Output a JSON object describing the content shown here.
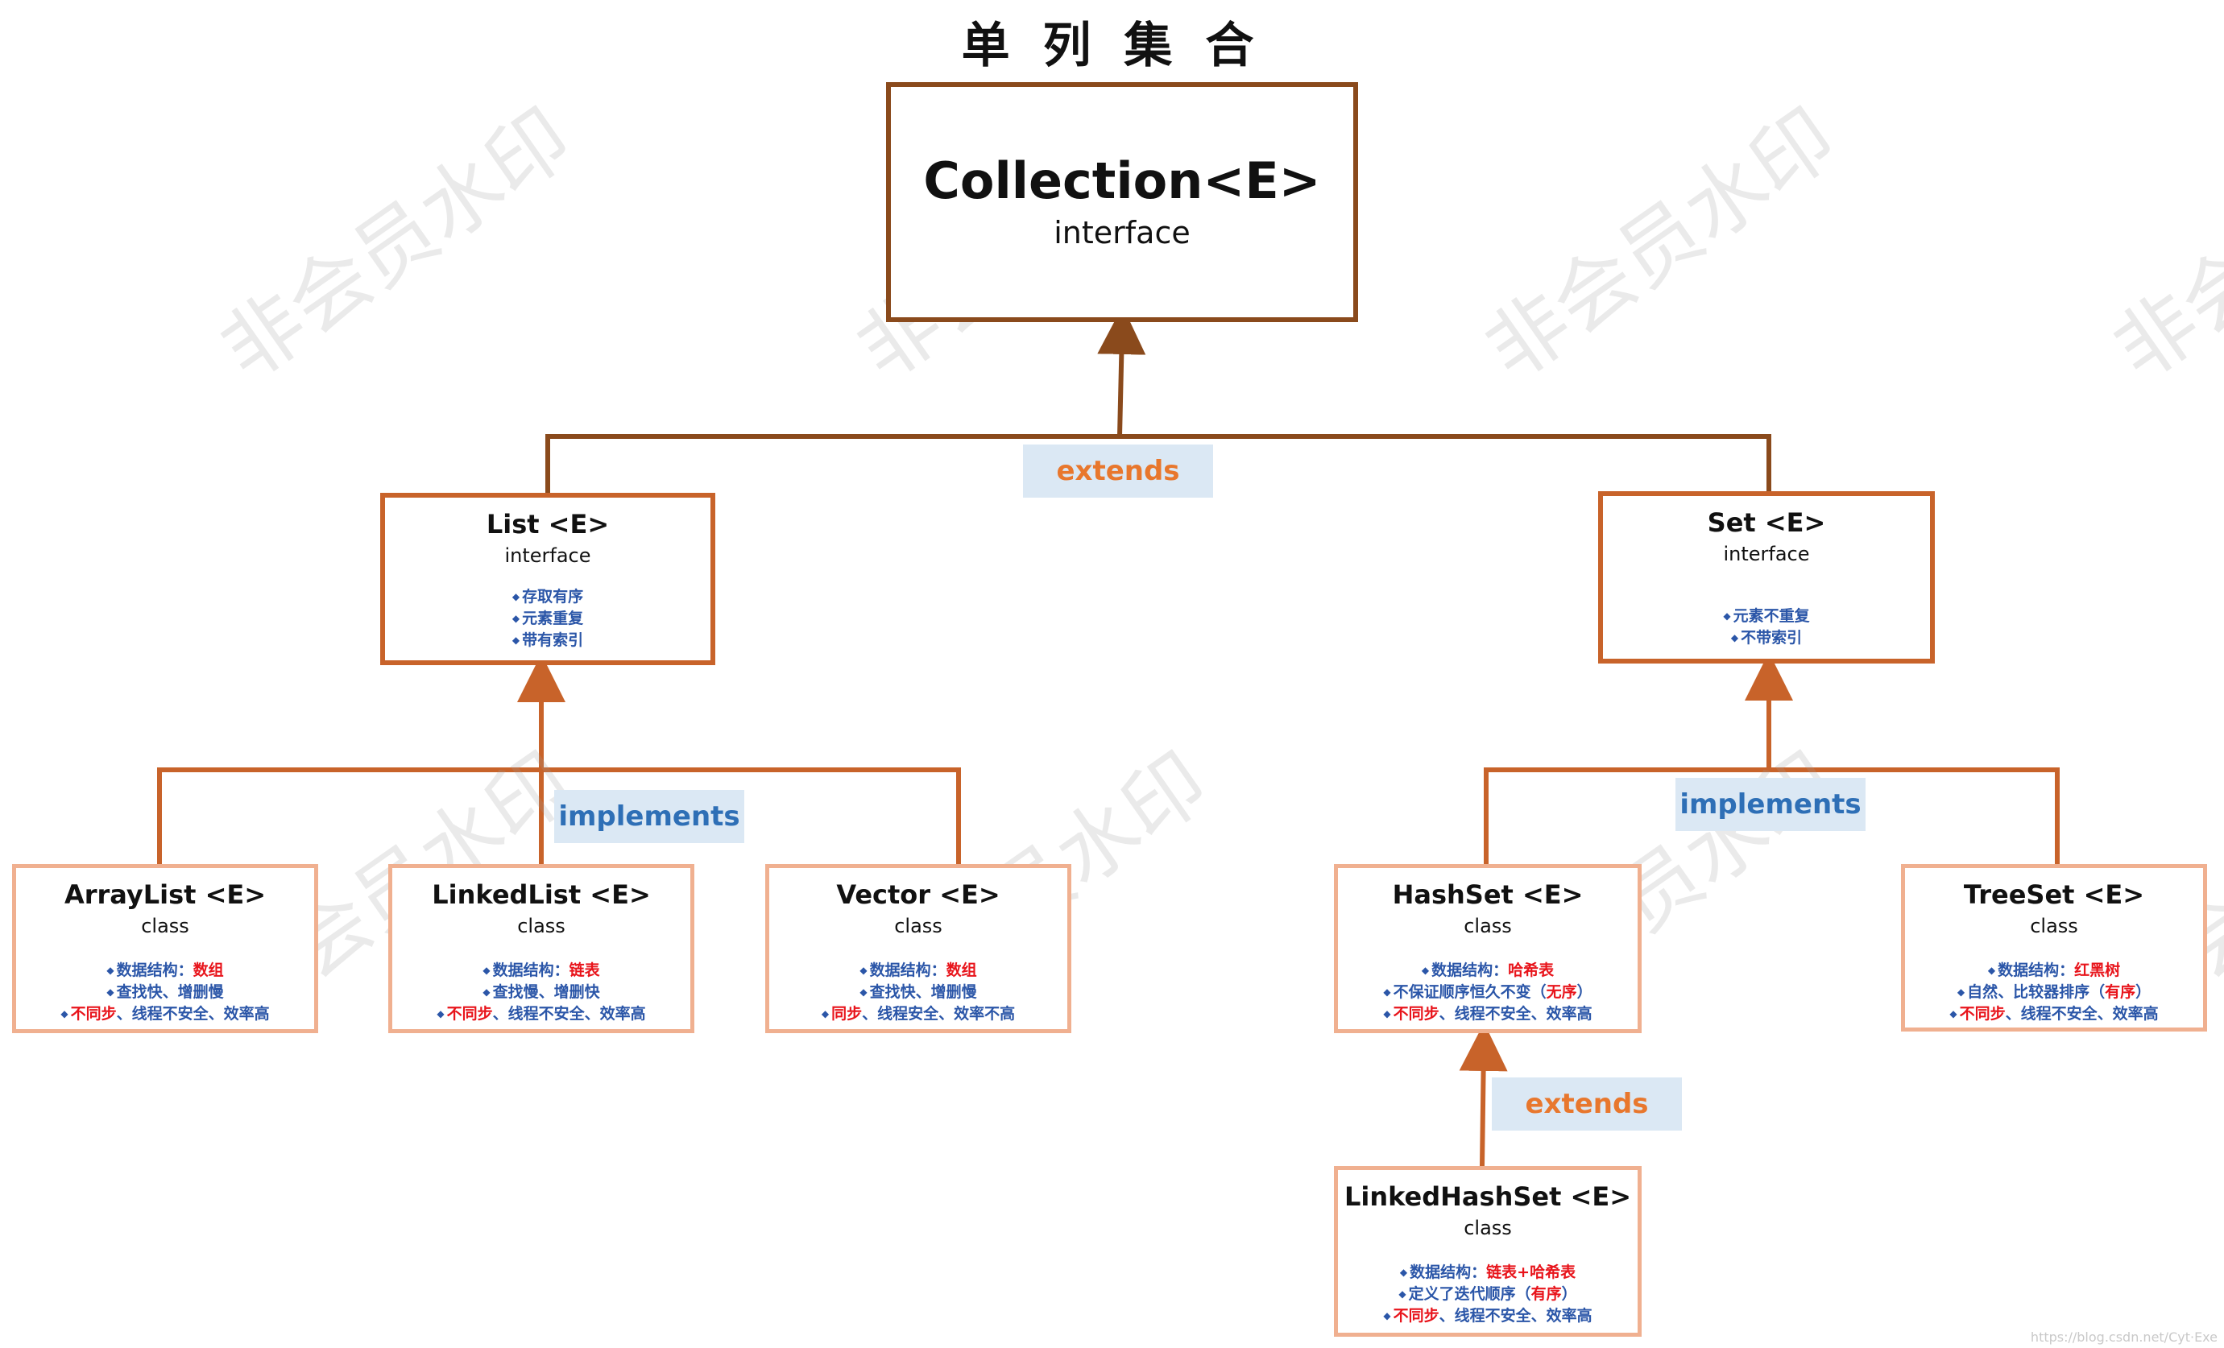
{
  "title": "单 列 集 合",
  "watermark": "非会员水印",
  "footer_watermark": "https://blog.csdn.net/Cyt·Exe",
  "colors": {
    "dark_line": "#8a4a1c",
    "mid_line": "#c8632a",
    "light_border": "#f0b090",
    "bullet_blue": "#2b56a8",
    "highlight_red": "#e8141b",
    "label_bg": "#dbe8f4",
    "label_orange": "#e8772d",
    "label_blue": "#2e6fb6"
  },
  "relations": [
    {
      "label": "extends"
    },
    {
      "label": "implements"
    },
    {
      "label": "implements"
    },
    {
      "label": "extends"
    }
  ],
  "nodes": {
    "collection": {
      "name": "Collection<E>",
      "kind": "interface"
    },
    "list": {
      "name": "List <E>",
      "kind": "interface",
      "bullets": [
        "存取有序",
        "元素重复",
        "带有索引"
      ]
    },
    "set": {
      "name": "Set <E>",
      "kind": "interface",
      "bullets": [
        "元素不重复",
        "不带索引"
      ]
    },
    "arraylist": {
      "name": "ArrayList <E>",
      "kind": "class",
      "b1_label": "数据结构：",
      "b1_value": "数组",
      "b2": "查找快、增删慢",
      "b3_red": "不同步",
      "b3_rest": "、线程不安全、效率高"
    },
    "linkedlist": {
      "name": "LinkedList <E>",
      "kind": "class",
      "b1_label": "数据结构：",
      "b1_value": "链表",
      "b2": "查找慢、增删快",
      "b3_red": "不同步",
      "b3_rest": "、线程不安全、效率高"
    },
    "vector": {
      "name": "Vector <E>",
      "kind": "class",
      "b1_label": "数据结构：",
      "b1_value": "数组",
      "b2": "查找快、增删慢",
      "b3_red": "同步",
      "b3_rest": "、线程安全、效率不高"
    },
    "hashset": {
      "name": "HashSet <E>",
      "kind": "class",
      "b1_label": "数据结构：",
      "b1_value": "哈希表",
      "b2_text": "不保证顺序恒久不变（",
      "b2_red": "无序",
      "b2_end": "）",
      "b3_red": "不同步",
      "b3_rest": "、线程不安全、效率高"
    },
    "treeset": {
      "name": "TreeSet <E>",
      "kind": "class",
      "b1_label": "数据结构：",
      "b1_value": "红黑树",
      "b2_text": "自然、比较器排序（",
      "b2_red": "有序",
      "b2_end": "）",
      "b3_red": "不同步",
      "b3_rest": "、线程不安全、效率高"
    },
    "linkedhashset": {
      "name": "LinkedHashSet <E>",
      "kind": "class",
      "b1_label": "数据结构：",
      "b1_value": "链表+哈希表",
      "b2_text": "定义了迭代顺序（",
      "b2_red": "有序",
      "b2_end": "）",
      "b3_red": "不同步",
      "b3_rest": "、线程不安全、效率高"
    }
  }
}
